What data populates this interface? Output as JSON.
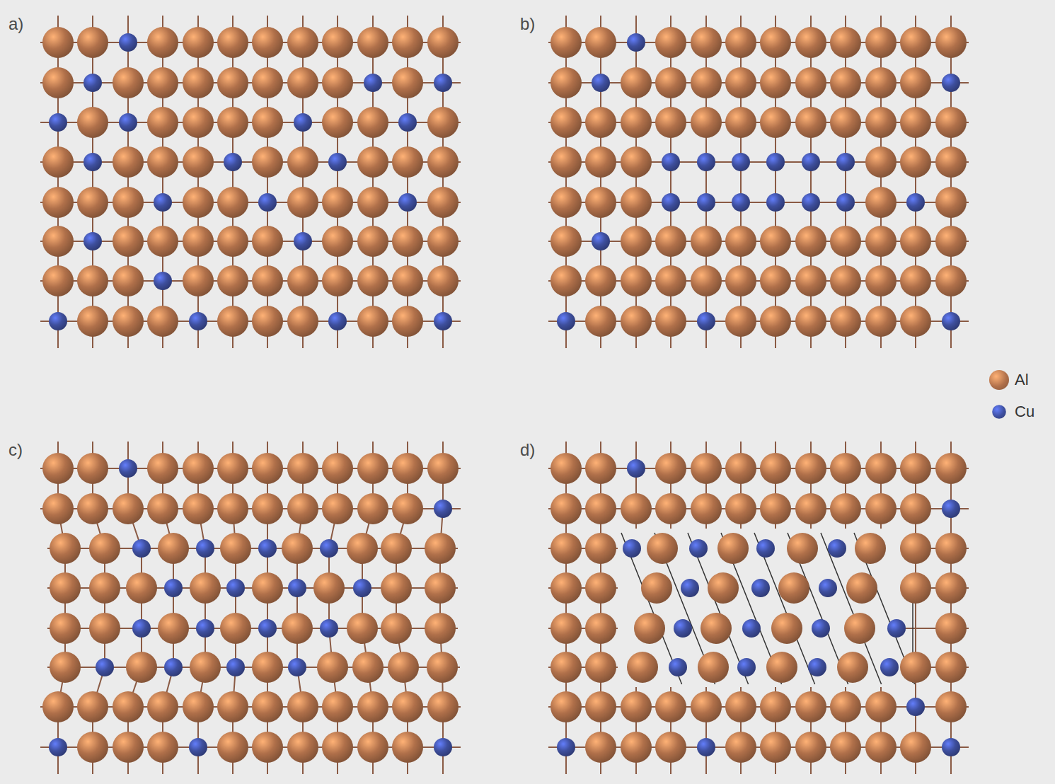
{
  "diagram": {
    "labels": [
      "a)",
      "b)",
      "c)",
      "d)"
    ],
    "legend": [
      {
        "text": "Al",
        "color": "#b0704a"
      },
      {
        "text": "Cu",
        "color": "#3e4f9e"
      }
    ]
  }
}
